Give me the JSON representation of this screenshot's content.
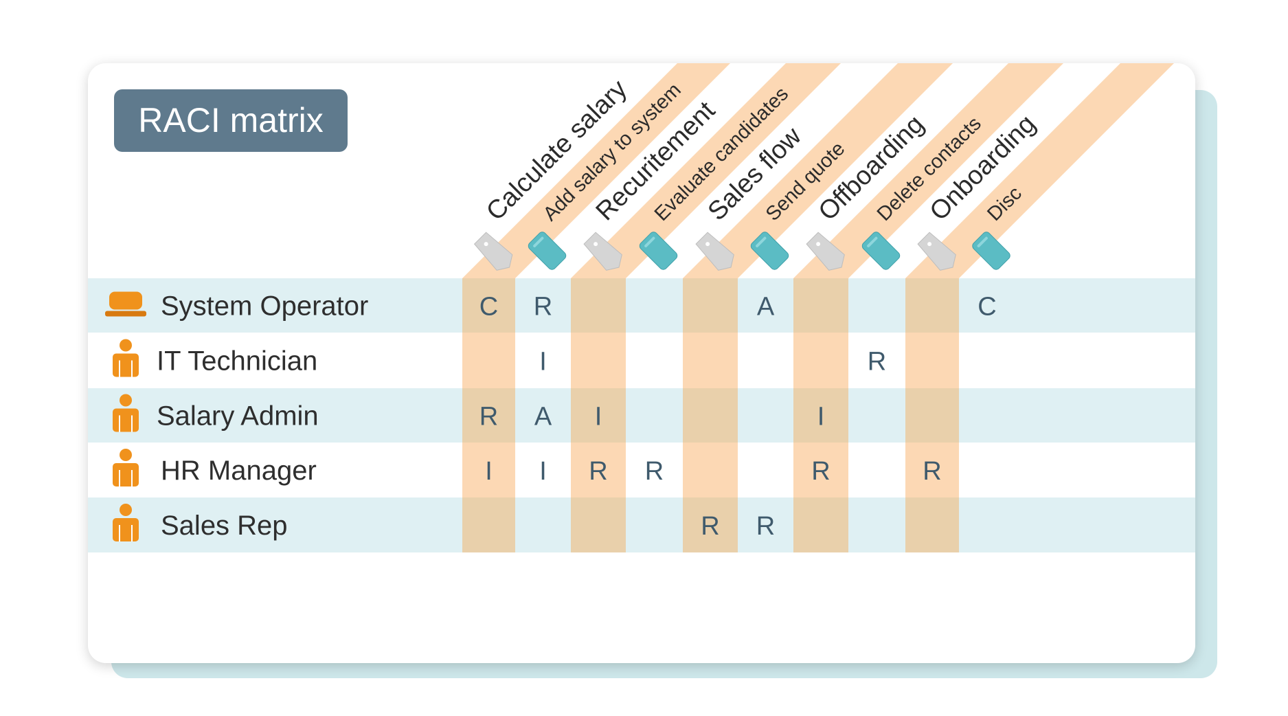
{
  "title": "RACI matrix",
  "roles": [
    {
      "name": "System Operator",
      "icon": "operator-icon"
    },
    {
      "name": "IT Technician",
      "icon": "person-icon"
    },
    {
      "name": "Salary Admin",
      "icon": "person-icon"
    },
    {
      "name": "HR Manager",
      "icon": "person-icon"
    },
    {
      "name": "Sales Rep",
      "icon": "person-icon"
    }
  ],
  "columns": [
    {
      "label": "Calculate salary",
      "type": "group",
      "icon": "tag-icon"
    },
    {
      "label": "Add salary to system",
      "type": "task",
      "icon": "task-icon"
    },
    {
      "label": "Recuritement",
      "type": "group",
      "icon": "tag-icon"
    },
    {
      "label": "Evaluate candidates",
      "type": "task",
      "icon": "task-icon"
    },
    {
      "label": "Sales flow",
      "type": "group",
      "icon": "tag-icon"
    },
    {
      "label": "Send quote",
      "type": "task",
      "icon": "task-icon"
    },
    {
      "label": "Offboarding",
      "type": "group",
      "icon": "tag-icon"
    },
    {
      "label": "Delete contacts",
      "type": "task",
      "icon": "task-icon"
    },
    {
      "label": "Onboarding",
      "type": "group",
      "icon": "tag-icon"
    },
    {
      "label": "Disc",
      "type": "task",
      "icon": "task-icon"
    }
  ],
  "cells": [
    [
      "C",
      "R",
      "",
      "",
      "",
      "A",
      "",
      "",
      "",
      "C"
    ],
    [
      "",
      "I",
      "",
      "",
      "",
      "",
      "",
      "R",
      "",
      ""
    ],
    [
      "R",
      "A",
      "I",
      "",
      "",
      "",
      "I",
      "",
      "",
      ""
    ],
    [
      "I",
      "I",
      "R",
      "R",
      "",
      "",
      "R",
      "",
      "R",
      ""
    ],
    [
      "",
      "",
      "",
      "",
      "R",
      "R",
      "",
      "",
      "",
      ""
    ]
  ],
  "colors": {
    "group_column": "#fcd8b4",
    "group_column_on_tint": "#e9d0ab",
    "row_tint": "#dff0f3",
    "task_icon": "#5bbcc4",
    "tag_icon": "#d5d5d5",
    "person_icon": "#f0921c",
    "title_badge": "#5f7a8d",
    "letter": "#3f5a6c"
  }
}
